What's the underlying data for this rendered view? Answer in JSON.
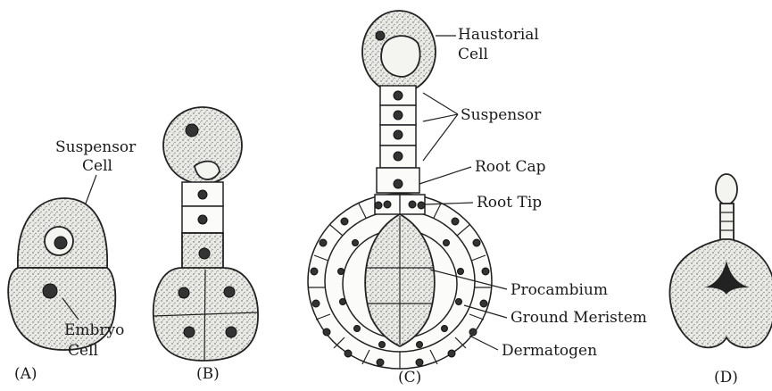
{
  "panels": {
    "a": {
      "caption": "(A)",
      "suspensor_label": [
        "Suspensor",
        "Cell"
      ],
      "embryo_label": [
        "Embryo",
        "Cell"
      ]
    },
    "b": {
      "caption": "(B)"
    },
    "c": {
      "caption": "(C)",
      "haustorial_label": [
        "Haustorial",
        "Cell"
      ],
      "suspensor_label": "Suspensor",
      "root_cap_label": "Root Cap",
      "root_tip_label": "Root Tip",
      "procambium_label": "Procambium",
      "ground_meristem_label": "Ground Meristem",
      "dermatogen_label": "Dermatogen"
    },
    "d": {
      "caption": "(D)"
    }
  }
}
